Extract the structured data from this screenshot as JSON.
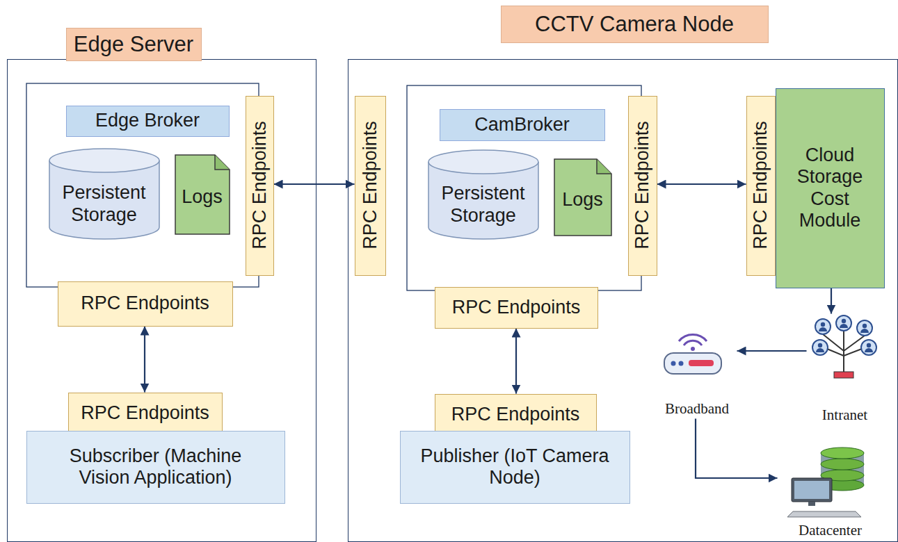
{
  "diagram": {
    "nodes": [
      {
        "text": [
          "Edge Server"
        ]
      },
      {
        "text": [
          "Edge Broker"
        ],
        "in": 0
      },
      {
        "text": [
          "Persistent Storage"
        ],
        "in": 0
      },
      {
        "text": [
          "Logs"
        ],
        "in": 0
      },
      {
        "text": [
          "RPC Endpoints"
        ],
        "in": 0
      },
      {
        "text": [
          "RPC Endpoints"
        ],
        "in": 0
      },
      {
        "text": [
          "RPC Endpoints"
        ],
        "in": 0
      },
      {
        "text": [
          "Subscriber (Machine Vision Application)"
        ],
        "in": 0
      },
      {
        "text": [
          "CCTV Camera Node"
        ]
      },
      {
        "text": [
          "RPC Endpoints"
        ],
        "in": 8
      },
      {
        "text": [
          "CamBroker"
        ],
        "in": 8
      },
      {
        "text": [
          "Persistent Storage"
        ],
        "in": 8
      },
      {
        "text": [
          "Logs"
        ],
        "in": 8
      },
      {
        "text": [
          "RPC Endpoints"
        ],
        "in": 8
      },
      {
        "text": [
          "RPC Endpoints"
        ],
        "in": 8
      },
      {
        "text": [
          "Cloud Storage Cost Module"
        ],
        "in": 8
      },
      {
        "text": [
          "RPC Endpoints"
        ],
        "in": 8
      },
      {
        "text": [
          "RPC Endpoints"
        ],
        "in": 8
      },
      {
        "text": [
          "Publisher (IoT Camera Node)"
        ],
        "in": 8
      },
      {
        "text": [
          "Broadband"
        ],
        "in": 8
      },
      {
        "text": [
          "Intranet"
        ],
        "in": 8
      },
      {
        "text": [
          "Datacenter"
        ],
        "in": 8
      }
    ],
    "edges": [
      {
        "from": 4,
        "to": 9,
        "arrow": "both"
      },
      {
        "from": 5,
        "to": 6,
        "arrow": "both"
      },
      {
        "from": 13,
        "to": 14,
        "arrow": "both"
      },
      {
        "from": 16,
        "to": 17,
        "arrow": "both"
      },
      {
        "from": 15,
        "to": 20,
        "arrow": "to"
      },
      {
        "from": 20,
        "to": 19,
        "arrow": "to"
      },
      {
        "from": 19,
        "to": 21,
        "arrow": "to"
      }
    ]
  }
}
